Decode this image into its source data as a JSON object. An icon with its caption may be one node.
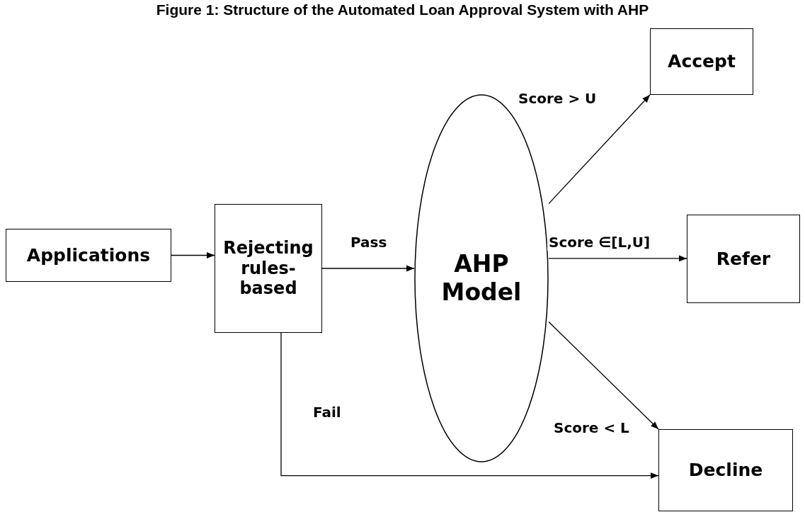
{
  "diagram": {
    "title": "Figure 1: Structure of the Automated Loan Approval System with AHP",
    "nodes": [
      {
        "text": [
          "Applications"
        ]
      },
      {
        "text": [
          "Rejecting rules-based"
        ]
      },
      {
        "text": [
          "AHP Model"
        ]
      },
      {
        "text": [
          "Accept"
        ]
      },
      {
        "text": [
          "Refer"
        ]
      },
      {
        "text": [
          "Decline"
        ]
      }
    ],
    "edges": [
      {
        "from": 0,
        "to": 1,
        "arrow": "to"
      },
      {
        "from": 1,
        "to": 2,
        "arrow": "to",
        "label": "Pass"
      },
      {
        "from": 2,
        "to": 3,
        "arrow": "to",
        "label": "Score > U"
      },
      {
        "from": 2,
        "to": 4,
        "arrow": "to",
        "label": "Score ∈[L,U]"
      },
      {
        "from": 2,
        "to": 5,
        "arrow": "to",
        "label": "Score < L"
      },
      {
        "from": 1,
        "to": 5,
        "arrow": "to",
        "label": "Fail"
      }
    ]
  }
}
